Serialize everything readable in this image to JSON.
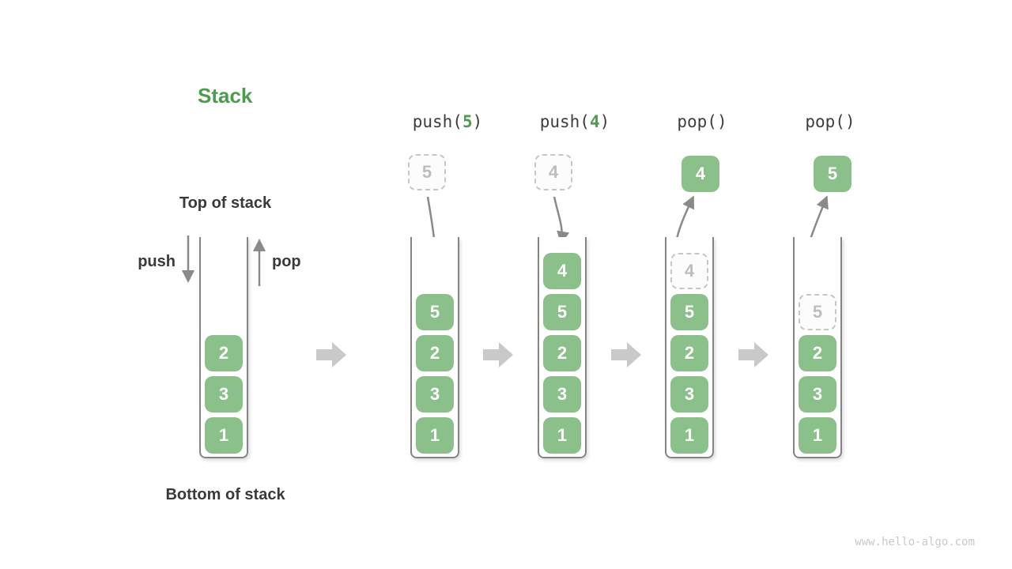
{
  "title": "Stack",
  "labels": {
    "top_of_stack": "Top of stack",
    "bottom_of_stack": "Bottom of stack",
    "push": "push",
    "pop": "pop"
  },
  "watermark": "www.hello-algo.com",
  "colors": {
    "box_green": "#8cc08a",
    "title_green": "#4c9b4f",
    "op_arg_green": "#4e9b50",
    "ghost_gray": "#bdbdbd",
    "line_arrow_gray": "#8a8a8a",
    "block_arrow_gray": "#c9c9c9",
    "wall_gray": "#858585",
    "text_dark": "#3a3a3a"
  },
  "columns": [
    {
      "stack_items": [
        "2",
        "3",
        "1"
      ]
    },
    {
      "op_pre": "push(",
      "op_arg": "5",
      "op_post": ")",
      "incoming": "5",
      "stack_items": [
        "5",
        "2",
        "3",
        "1"
      ]
    },
    {
      "op_pre": "push(",
      "op_arg": "4",
      "op_post": ")",
      "incoming": "4",
      "stack_items": [
        "4",
        "5",
        "2",
        "3",
        "1"
      ]
    },
    {
      "op_pre": "pop(",
      "op_arg": "",
      "op_post": ")",
      "popped": "4",
      "ghost": "4",
      "stack_items": [
        "5",
        "2",
        "3",
        "1"
      ]
    },
    {
      "op_pre": "pop(",
      "op_arg": "",
      "op_post": ")",
      "popped": "5",
      "ghost": "5",
      "stack_items": [
        "2",
        "3",
        "1"
      ]
    }
  ]
}
